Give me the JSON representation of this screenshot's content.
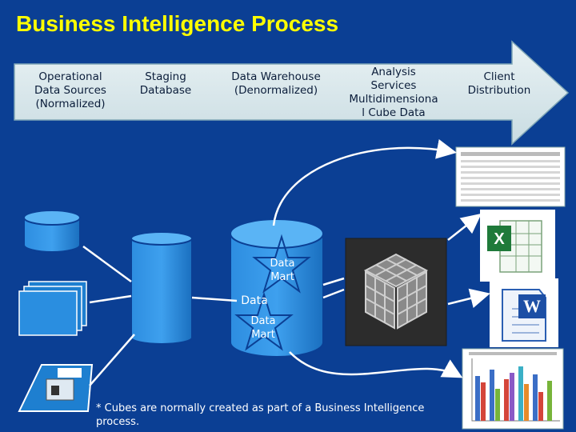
{
  "title": "Business Intelligence Process",
  "stages": [
    {
      "line1": "Operational",
      "line2": "Data Sources",
      "line3": "(Normalized)"
    },
    {
      "line1": "Staging",
      "line2": "Database"
    },
    {
      "line1": "Data Warehouse",
      "line2": "(Denormalized)"
    },
    {
      "line1": "Analysis",
      "line2": "Services",
      "line3": "Multidimensiona",
      "line4": "l Cube Data"
    },
    {
      "line1": "Client",
      "line2": "Distribution"
    }
  ],
  "data_mart_1": {
    "line1": "Data",
    "line2": "Mart"
  },
  "data_mart_2": {
    "line1": "Data",
    "line2": "Mart"
  },
  "data_label": "Data",
  "footnote": {
    "line1": "* Cubes are normally created as part of a Business Intelligence",
    "line2": "process."
  },
  "colors": {
    "background": "#0b3f94",
    "title": "#ffff00",
    "arrow": "#d8e6ea",
    "shape": "#1e7fd0"
  },
  "icons": [
    "database-cylinder-icon",
    "document-stack-icon",
    "floppy-disk-icon",
    "cube-icon",
    "excel-icon",
    "word-icon",
    "report-table-icon",
    "bar-chart-report-icon"
  ]
}
